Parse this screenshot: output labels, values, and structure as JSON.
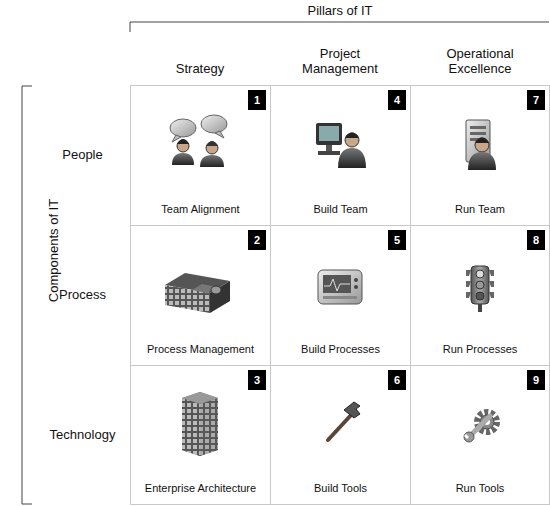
{
  "diagram": {
    "nodes": [
      {
        "text": [
          "Team Alignment"
        ]
      },
      {
        "text": [
          "Build Team"
        ]
      },
      {
        "text": [
          "Run Team"
        ]
      },
      {
        "text": [
          "Process Management"
        ]
      },
      {
        "text": [
          "Build Processes"
        ]
      },
      {
        "text": [
          "Run Processes"
        ]
      },
      {
        "text": [
          "Enterprise Architecture"
        ]
      },
      {
        "text": [
          "Build Tools"
        ]
      },
      {
        "text": [
          "Run Tools"
        ]
      }
    ],
    "labels": [
      "Pillars of IT",
      "Strategy",
      "Project Management",
      "Operational Excellence",
      "Components of IT",
      "People",
      "Process",
      "Technology",
      "1",
      "4",
      "7",
      "2",
      "5",
      "8",
      "3",
      "6",
      "9"
    ]
  }
}
